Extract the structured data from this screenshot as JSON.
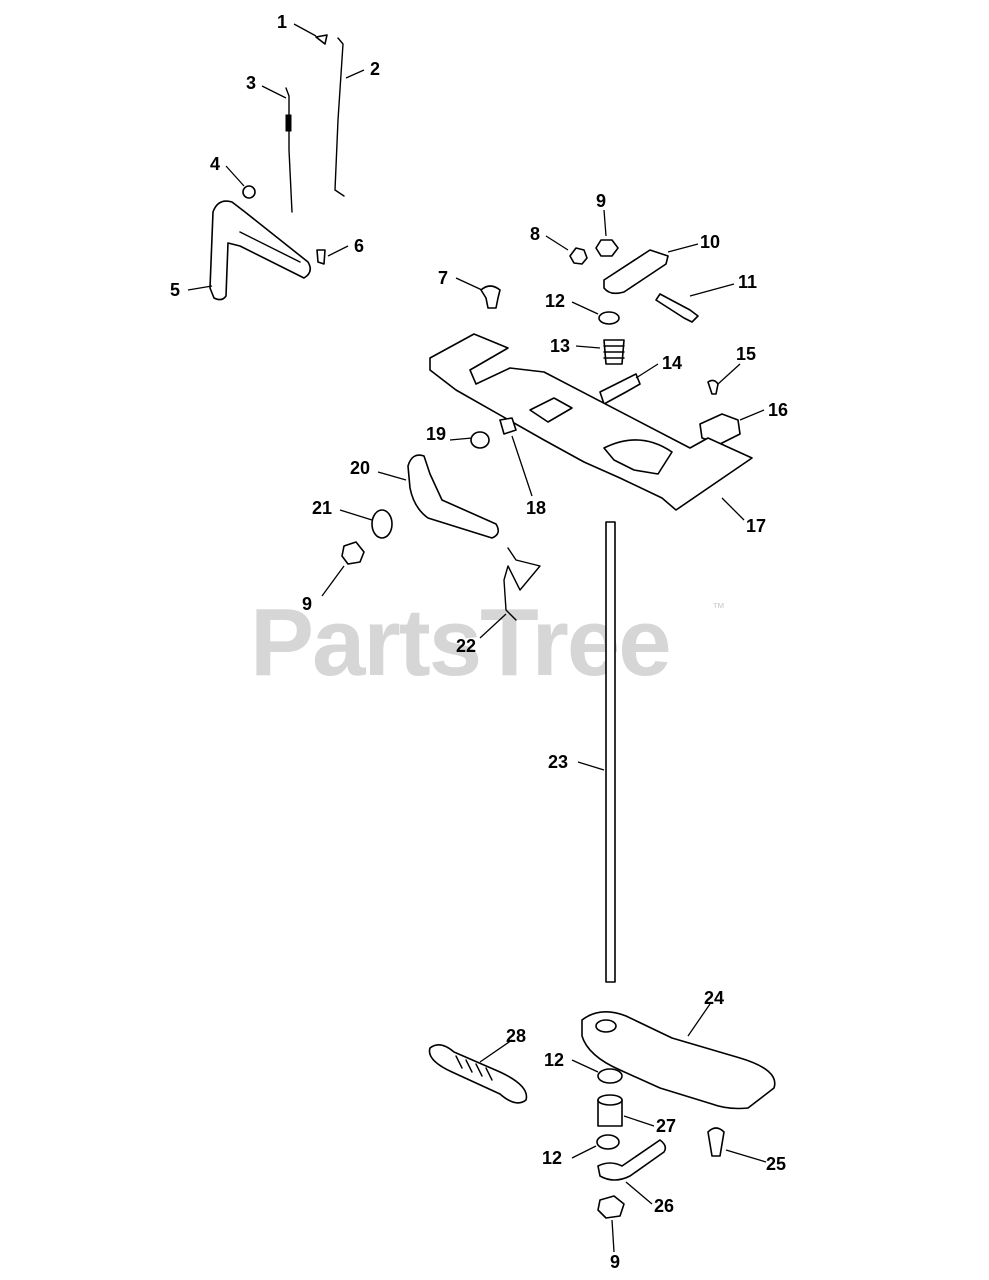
{
  "watermark": {
    "text": "PartsTree",
    "trademark": "™"
  },
  "callouts": [
    "1",
    "2",
    "3",
    "4",
    "5",
    "6",
    "7",
    "8",
    "9",
    "10",
    "11",
    "12",
    "13",
    "14",
    "15",
    "16",
    "17",
    "9",
    "12",
    "19",
    "18",
    "20",
    "21",
    "9",
    "22",
    "23",
    "24",
    "28",
    "12",
    "27",
    "12",
    "25",
    "26",
    "9"
  ]
}
